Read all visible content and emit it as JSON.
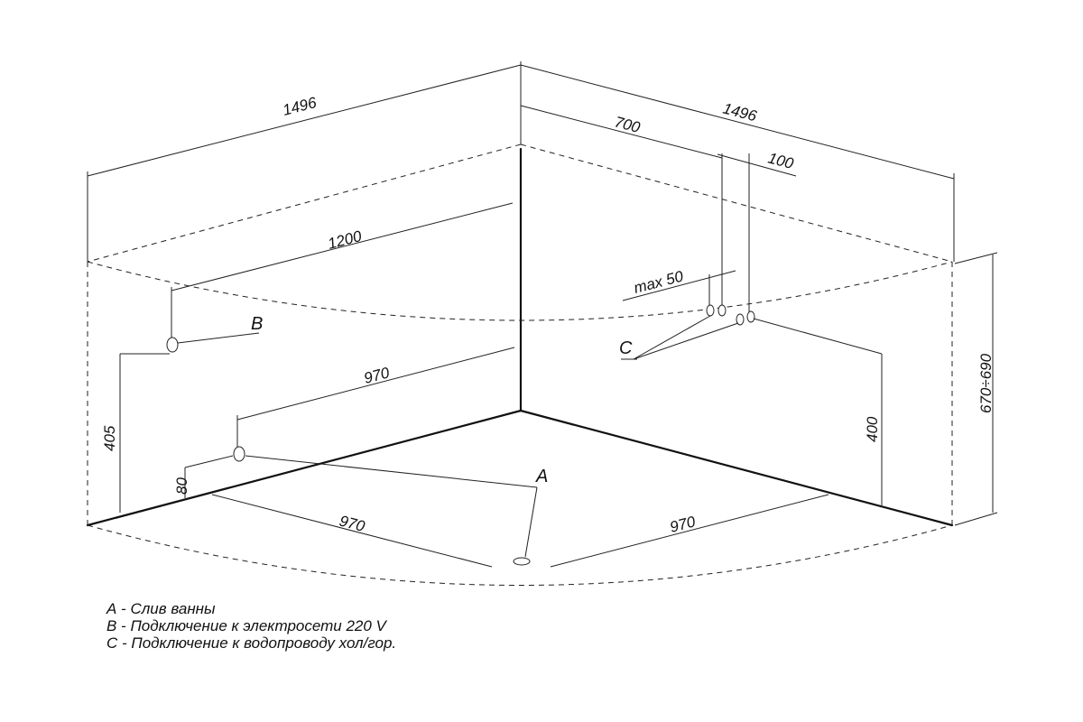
{
  "dimensions": {
    "top_left_width": "1496",
    "top_right_width": "1496",
    "offset_700": "700",
    "offset_100": "100",
    "inner_1200": "1200",
    "inner_970_mid": "970",
    "floor_970_left": "970",
    "floor_970_right": "970",
    "height_405": "405",
    "height_80": "80",
    "height_400": "400",
    "height_total": "670÷690",
    "max_50": "max  50"
  },
  "markers": {
    "a": "A",
    "b": "B",
    "c": "C"
  },
  "legend": [
    "А - Слив ванны",
    "В - Подключение к электросети 220 V",
    "С - Подключение к водопроводу хол/гор."
  ]
}
